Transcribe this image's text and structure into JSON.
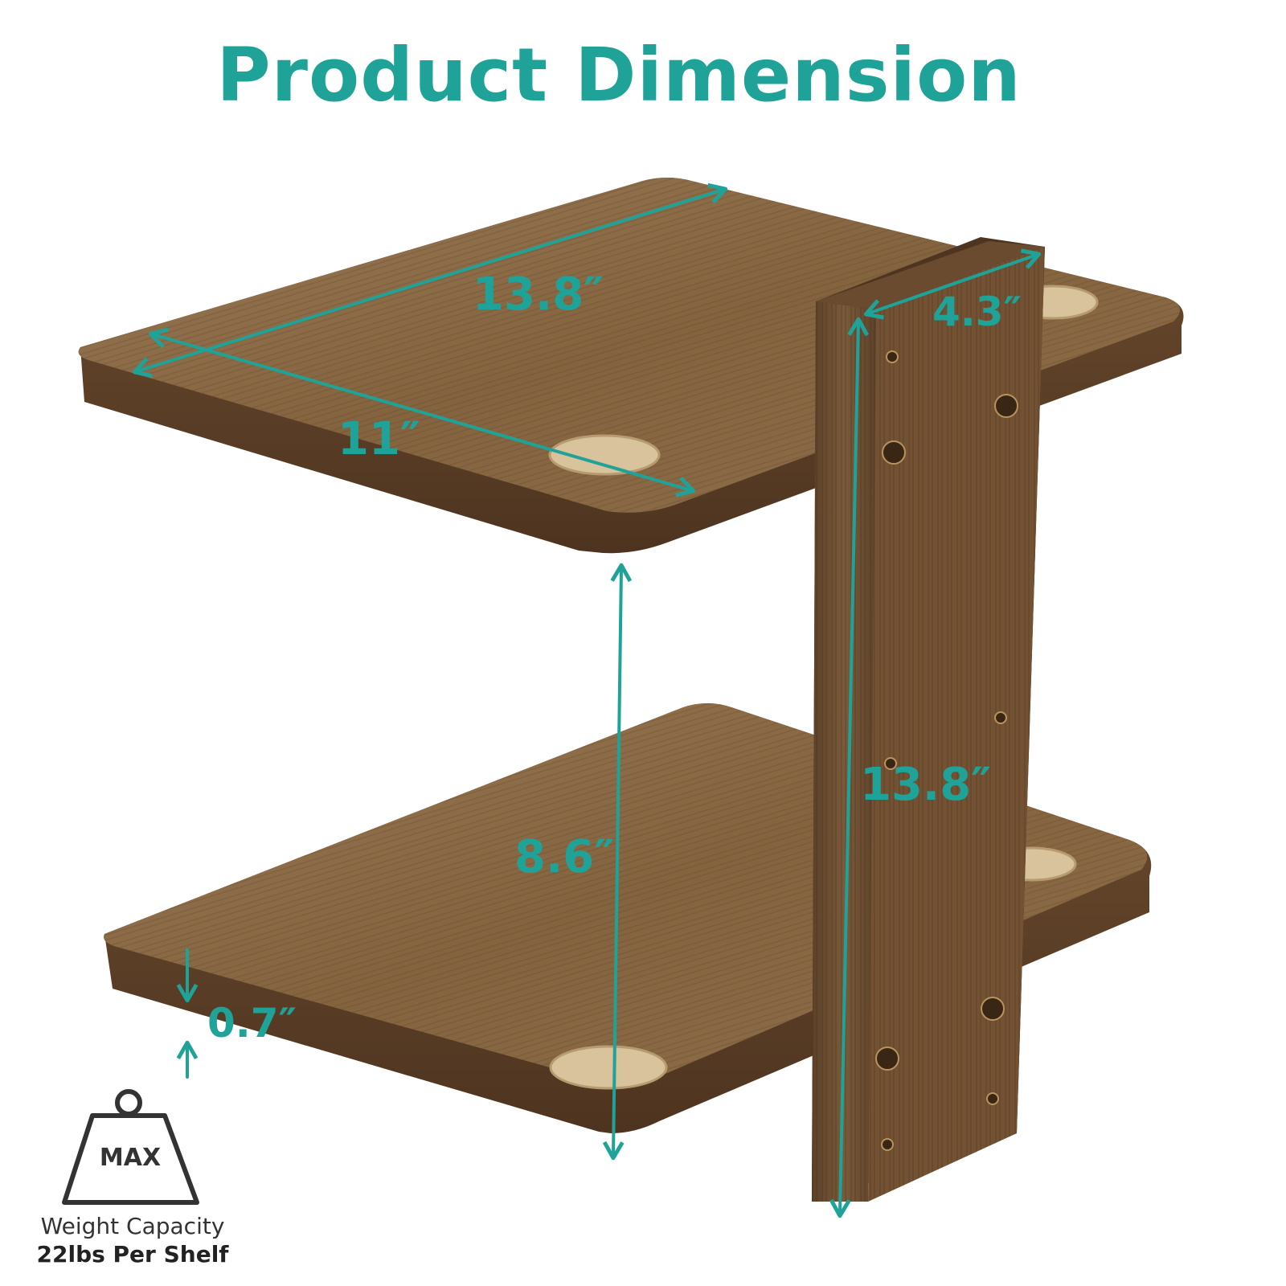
{
  "title": "Product Dimension",
  "dimensions": {
    "shelf_length": "13.8″",
    "shelf_width": "11″",
    "post_width": "4.3″",
    "post_height": "13.8″",
    "shelf_gap": "8.6″",
    "shelf_thickness": "0.7″"
  },
  "weight_badge": {
    "icon": "weight-icon",
    "label": "MAX",
    "caption_line1": "Weight Capacity",
    "caption_line2": "22lbs Per Shelf"
  },
  "colors": {
    "accent": "#1fa398",
    "wood_top": "#8b6a48",
    "wood_side": "#5e4128",
    "post": "#6b4c30"
  }
}
